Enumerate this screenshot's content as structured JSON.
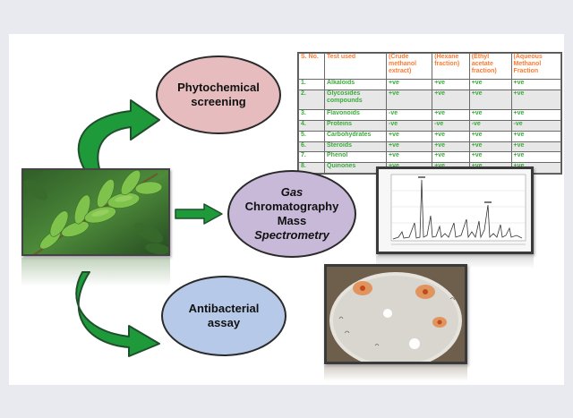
{
  "ovals": {
    "phytochemical": {
      "line1": "Phytochemical",
      "line2": "screening"
    },
    "gcms": {
      "line1": "Gas",
      "line2": "Chromatography",
      "line3": "Mass",
      "line4": "Spectrometry"
    },
    "antibacterial": {
      "line1": "Antibacterial",
      "line2": "assay"
    }
  },
  "table": {
    "headers": [
      "S. No.",
      "Test used",
      "(Crude methanol extract)",
      "(Hexane fraction)",
      "(Ethyl acetate fraction)",
      "(Aqueous Methanol Fraction"
    ],
    "rows": [
      [
        "1.",
        "Alkaloids",
        "+ve",
        "+ve",
        "+ve",
        "+ve"
      ],
      [
        "2.",
        "Glycosides compounds",
        "+ve",
        "+ve",
        "+ve",
        "+ve"
      ],
      [
        "3.",
        "Flavonoids",
        "-ve",
        "+ve",
        "+ve",
        "+ve"
      ],
      [
        "4.",
        "Proteins",
        "-ve",
        "-ve",
        "-ve",
        "-ve"
      ],
      [
        "5.",
        "Carbohydrates",
        "+ve",
        "+ve",
        "+ve",
        "+ve"
      ],
      [
        "6.",
        "Steroids",
        "+ve",
        "+ve",
        "+ve",
        "+ve"
      ],
      [
        "7.",
        "Phenol",
        "+ve",
        "+ve",
        "+ve",
        "+ve"
      ],
      [
        "8.",
        "Quinones",
        "+ve",
        "+ve",
        "+ve",
        "+ve"
      ]
    ]
  },
  "colors": {
    "arrow_green": "#1f9a3a",
    "arrow_outline": "#1f4f2c",
    "oval_pink": "#e6bcbe",
    "oval_purple": "#c8b9d9",
    "oval_blue": "#b6c9e8",
    "table_header": "#ff7a2e",
    "table_text": "#3caa3c"
  },
  "icons": [
    "curved-arrow-up-icon",
    "straight-arrow-right-icon",
    "curved-arrow-down-icon"
  ]
}
